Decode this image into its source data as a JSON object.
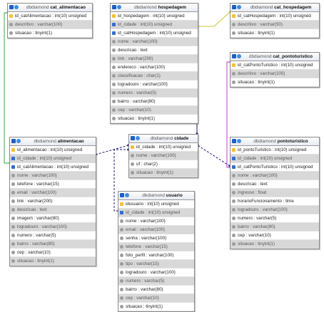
{
  "diagram": {
    "tables": [
      {
        "id": "cat_alimentacao",
        "schema": "dbdiamond",
        "name": "cat_alimentacao",
        "columns": [
          {
            "text": "id_catAlimentacao : int(10) unsigned",
            "key": "pk"
          },
          {
            "text": "descritivo : varchar(100)",
            "key": "nn"
          },
          {
            "text": "situacao : tinyint(1)",
            "key": "nn"
          }
        ]
      },
      {
        "id": "hospedagem",
        "schema": "dbdiamond",
        "name": "hospedagem",
        "columns": [
          {
            "text": "id_hospedagem : int(10) unsigned",
            "key": "pk"
          },
          {
            "text": "id_cidade : int(10) unsigned",
            "key": "fk"
          },
          {
            "text": "id_catHospedagem : int(10) unsigned",
            "key": "fk"
          },
          {
            "text": "nome : varchar(100)",
            "key": "nn"
          },
          {
            "text": "descricao : text",
            "key": "nn"
          },
          {
            "text": "link : varchar(200)",
            "key": "nn"
          },
          {
            "text": "endereco : varchar(100)",
            "key": "nn"
          },
          {
            "text": "classificacao : char(1)",
            "key": "nn"
          },
          {
            "text": "logradouro : varchar(100)",
            "key": "nn"
          },
          {
            "text": "numero : varchar(5)",
            "key": "nn"
          },
          {
            "text": "bairro : varchar(80)",
            "key": "nn"
          },
          {
            "text": "cep : varchar(10)",
            "key": "nn"
          },
          {
            "text": "situacao : tinyint(1)",
            "key": "nn"
          }
        ]
      },
      {
        "id": "cat_hospedagem",
        "schema": "dbdiamond",
        "name": "cat_hospedagem",
        "columns": [
          {
            "text": "id_catHospedagem : int(10) unsigned",
            "key": "pk"
          },
          {
            "text": "descritivo : varchar(50)",
            "key": "nn"
          },
          {
            "text": "situacao : tinyint(1)",
            "key": "nn"
          }
        ]
      },
      {
        "id": "cat_pontoturistico",
        "schema": "dbdiamond",
        "name": "cat_pontoturistico",
        "columns": [
          {
            "text": "id_catPontoTuristico : int(10) unsigned",
            "key": "pk"
          },
          {
            "text": "descritivo : varchar(100)",
            "key": "nn"
          },
          {
            "text": "situacao : tinyint(1)",
            "key": "nn"
          }
        ]
      },
      {
        "id": "alimentacao",
        "schema": "dbdiamond",
        "name": "alimentacao",
        "columns": [
          {
            "text": "id_alimentacao : int(10) unsigned",
            "key": "pk"
          },
          {
            "text": "id_cidade : int(10) unsigned",
            "key": "fk"
          },
          {
            "text": "id_catAlimentacao : int(10) unsigned",
            "key": "fk"
          },
          {
            "text": "nome : varchar(100)",
            "key": "nn"
          },
          {
            "text": "telefone : varchar(15)",
            "key": "nn"
          },
          {
            "text": "email : varchar(100)",
            "key": "nn"
          },
          {
            "text": "link : varchar(200)",
            "key": "nn"
          },
          {
            "text": "descricao : text",
            "key": "nn"
          },
          {
            "text": "imagem : varchar(80)",
            "key": "nn"
          },
          {
            "text": "logradouro : varchar(100)",
            "key": "nn"
          },
          {
            "text": "numero : varchar(5)",
            "key": "nn"
          },
          {
            "text": "bairro : varchar(80)",
            "key": "nn"
          },
          {
            "text": "cep : varchar(10)",
            "key": "nn"
          },
          {
            "text": "situacao : tinyint(1)",
            "key": "nn"
          }
        ]
      },
      {
        "id": "cidade",
        "schema": "dbdiamond",
        "name": "cidade",
        "columns": [
          {
            "text": "id_cidade : int(10) unsigned",
            "key": "pk"
          },
          {
            "text": "nome : varchar(100)",
            "key": "nn"
          },
          {
            "text": "uf : char(2)",
            "key": "nn"
          },
          {
            "text": "situacao : tinyint(1)",
            "key": "nn"
          }
        ]
      },
      {
        "id": "pontoturistico",
        "schema": "dbdiamond",
        "name": "pontoturistico",
        "columns": [
          {
            "text": "id_pontoTuristico : int(10) unsigned",
            "key": "pk"
          },
          {
            "text": "id_cidade : int(10) unsigned",
            "key": "fk"
          },
          {
            "text": "id_catPontoTuristico : int(10) unsigned",
            "key": "fk"
          },
          {
            "text": "nome : varchar(100)",
            "key": "nn"
          },
          {
            "text": "descricao : text",
            "key": "nn"
          },
          {
            "text": "ingresso : float",
            "key": "nn"
          },
          {
            "text": "horarioFuncionamento : time",
            "key": "nn"
          },
          {
            "text": "logradouro : varchar(100)",
            "key": "nn"
          },
          {
            "text": "numero : varchar(5)",
            "key": "nn"
          },
          {
            "text": "bairro : varchar(80)",
            "key": "nn"
          },
          {
            "text": "cep : varchar(10)",
            "key": "nn"
          },
          {
            "text": "situacao : tinyint(1)",
            "key": "nn"
          }
        ]
      },
      {
        "id": "usuario",
        "schema": "dbdiamond",
        "name": "usuario",
        "columns": [
          {
            "text": "idusuario : int(10) unsigned",
            "key": "pk"
          },
          {
            "text": "id_cidade : int(10) unsigned",
            "key": "fk"
          },
          {
            "text": "nome : varchar(100)",
            "key": "nn"
          },
          {
            "text": "email : varchar(100)",
            "key": "nn"
          },
          {
            "text": "senha : varchar(100)",
            "key": "nn"
          },
          {
            "text": "telefone : varchar(15)",
            "key": "nn"
          },
          {
            "text": "foto_perfil : varchar(100)",
            "key": "nn"
          },
          {
            "text": "tipo : varchar(15)",
            "key": "nn"
          },
          {
            "text": "logradouro : varchar(100)",
            "key": "nn"
          },
          {
            "text": "numero : varchar(5)",
            "key": "nn"
          },
          {
            "text": "bairro : varchar(80)",
            "key": "nn"
          },
          {
            "text": "cep : varchar(10)",
            "key": "nn"
          },
          {
            "text": "situacao : tinyint(1)",
            "key": "nn"
          }
        ]
      }
    ],
    "relations": [
      {
        "from": "alimentacao",
        "to": "cat_alimentacao",
        "color": "#2ea84a",
        "style": "solid"
      },
      {
        "from": "alimentacao",
        "to": "cidade",
        "color": "#1a1a7a",
        "style": "dashed"
      },
      {
        "from": "hospedagem",
        "to": "cidade",
        "color": "#1a1a7a",
        "style": "solid"
      },
      {
        "from": "hospedagem",
        "to": "cat_hospedagem",
        "color": "#c8c832",
        "style": "solid"
      },
      {
        "from": "pontoturistico",
        "to": "cidade",
        "color": "#1a1a7a",
        "style": "dashed"
      },
      {
        "from": "pontoturistico",
        "to": "cat_pontoturistico",
        "color": "#c23ad6",
        "style": "solid"
      },
      {
        "from": "usuario",
        "to": "cidade",
        "color": "#1a1a7a",
        "style": "dashed"
      }
    ],
    "colors": {
      "header_icon": "#1f5fbf",
      "alt_row": "#d8d8d8",
      "border": "#8a8a8a"
    }
  }
}
